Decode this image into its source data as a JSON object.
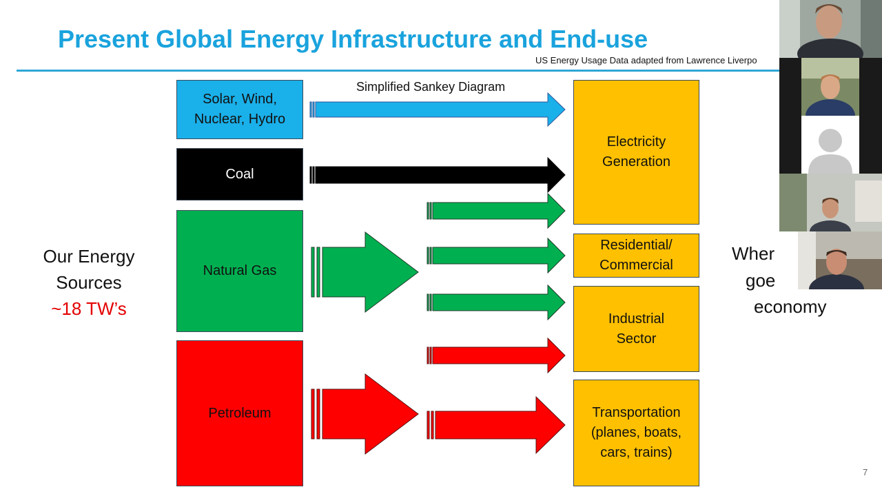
{
  "slide": {
    "title": "Present Global Energy Infrastructure and End-use",
    "source_note": "US Energy Usage Data adapted from Lawrence Liverpo",
    "caption": "Simplified Sankey Diagram",
    "page_number": "7"
  },
  "left_label": {
    "line1": "Our Energy",
    "line2": "Sources",
    "total": "~18 TW’s"
  },
  "right_label": {
    "line1": "Wher",
    "line2": "goe",
    "line3": "economy"
  },
  "sources": [
    {
      "line1": "Solar, Wind,",
      "line2": "Nuclear, Hydro",
      "color": "#1ab0ea"
    },
    {
      "line1": "Coal",
      "line2": "",
      "color": "#000000"
    },
    {
      "line1": "Natural Gas",
      "line2": "",
      "color": "#00b050"
    },
    {
      "line1": "Petroleum",
      "line2": "",
      "color": "#ff0000"
    }
  ],
  "sinks": [
    {
      "line1": "Electricity",
      "line2": "Generation",
      "line3": "",
      "color": "#ffc000"
    },
    {
      "line1": "Residential/",
      "line2": "Commercial",
      "line3": "",
      "color": "#ffc000"
    },
    {
      "line1": "Industrial",
      "line2": "Sector",
      "line3": "",
      "color": "#ffc000"
    },
    {
      "line1": "Transportation",
      "line2": "(planes, boats,",
      "line3": "cars, trains)",
      "color": "#ffc000"
    }
  ],
  "video_tiles": [
    {
      "name": "participant-1"
    },
    {
      "name": "participant-2"
    },
    {
      "name": "participant-3-no-video"
    },
    {
      "name": "participant-4"
    },
    {
      "name": "participant-5"
    }
  ]
}
